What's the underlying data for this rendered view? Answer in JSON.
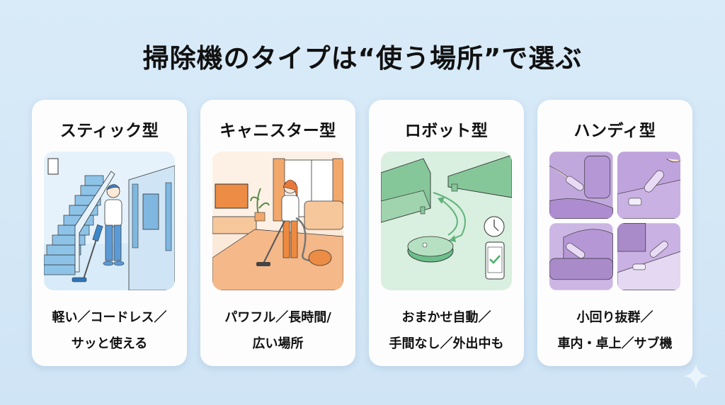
{
  "header": {
    "title": "掃除機のタイプは“使う場所”で選ぶ"
  },
  "cards": [
    {
      "title": "スティック型",
      "illustration": "person-stick-vacuum-hallway-stairs",
      "theme_color": "#6fb3e3",
      "desc_lines": [
        "軽い／コードレス／",
        "サッと使える"
      ]
    },
    {
      "title": "キャニスター型",
      "illustration": "person-canister-vacuum-living-room",
      "theme_color": "#f0a060",
      "desc_lines": [
        "パワフル／長時間/",
        "広い場所"
      ]
    },
    {
      "title": "ロボット型",
      "illustration": "robot-vacuum-sofa-clock-phone",
      "theme_color": "#6cbf8a",
      "desc_lines": [
        "おまかせ自動／",
        "手間なし／外出中も"
      ]
    },
    {
      "title": "ハンディ型",
      "illustration": "handheld-vacuum-car-sofa-desk",
      "theme_color": "#a98bc9",
      "desc_lines": [
        "小回り抜群／",
        "車内・卓上／サブ機"
      ]
    }
  ],
  "decorations": {
    "sparkle_icon": "four-point-star"
  },
  "colors": {
    "background": "#d6e9f7",
    "card": "#fdfdfd",
    "text": "#111111"
  }
}
